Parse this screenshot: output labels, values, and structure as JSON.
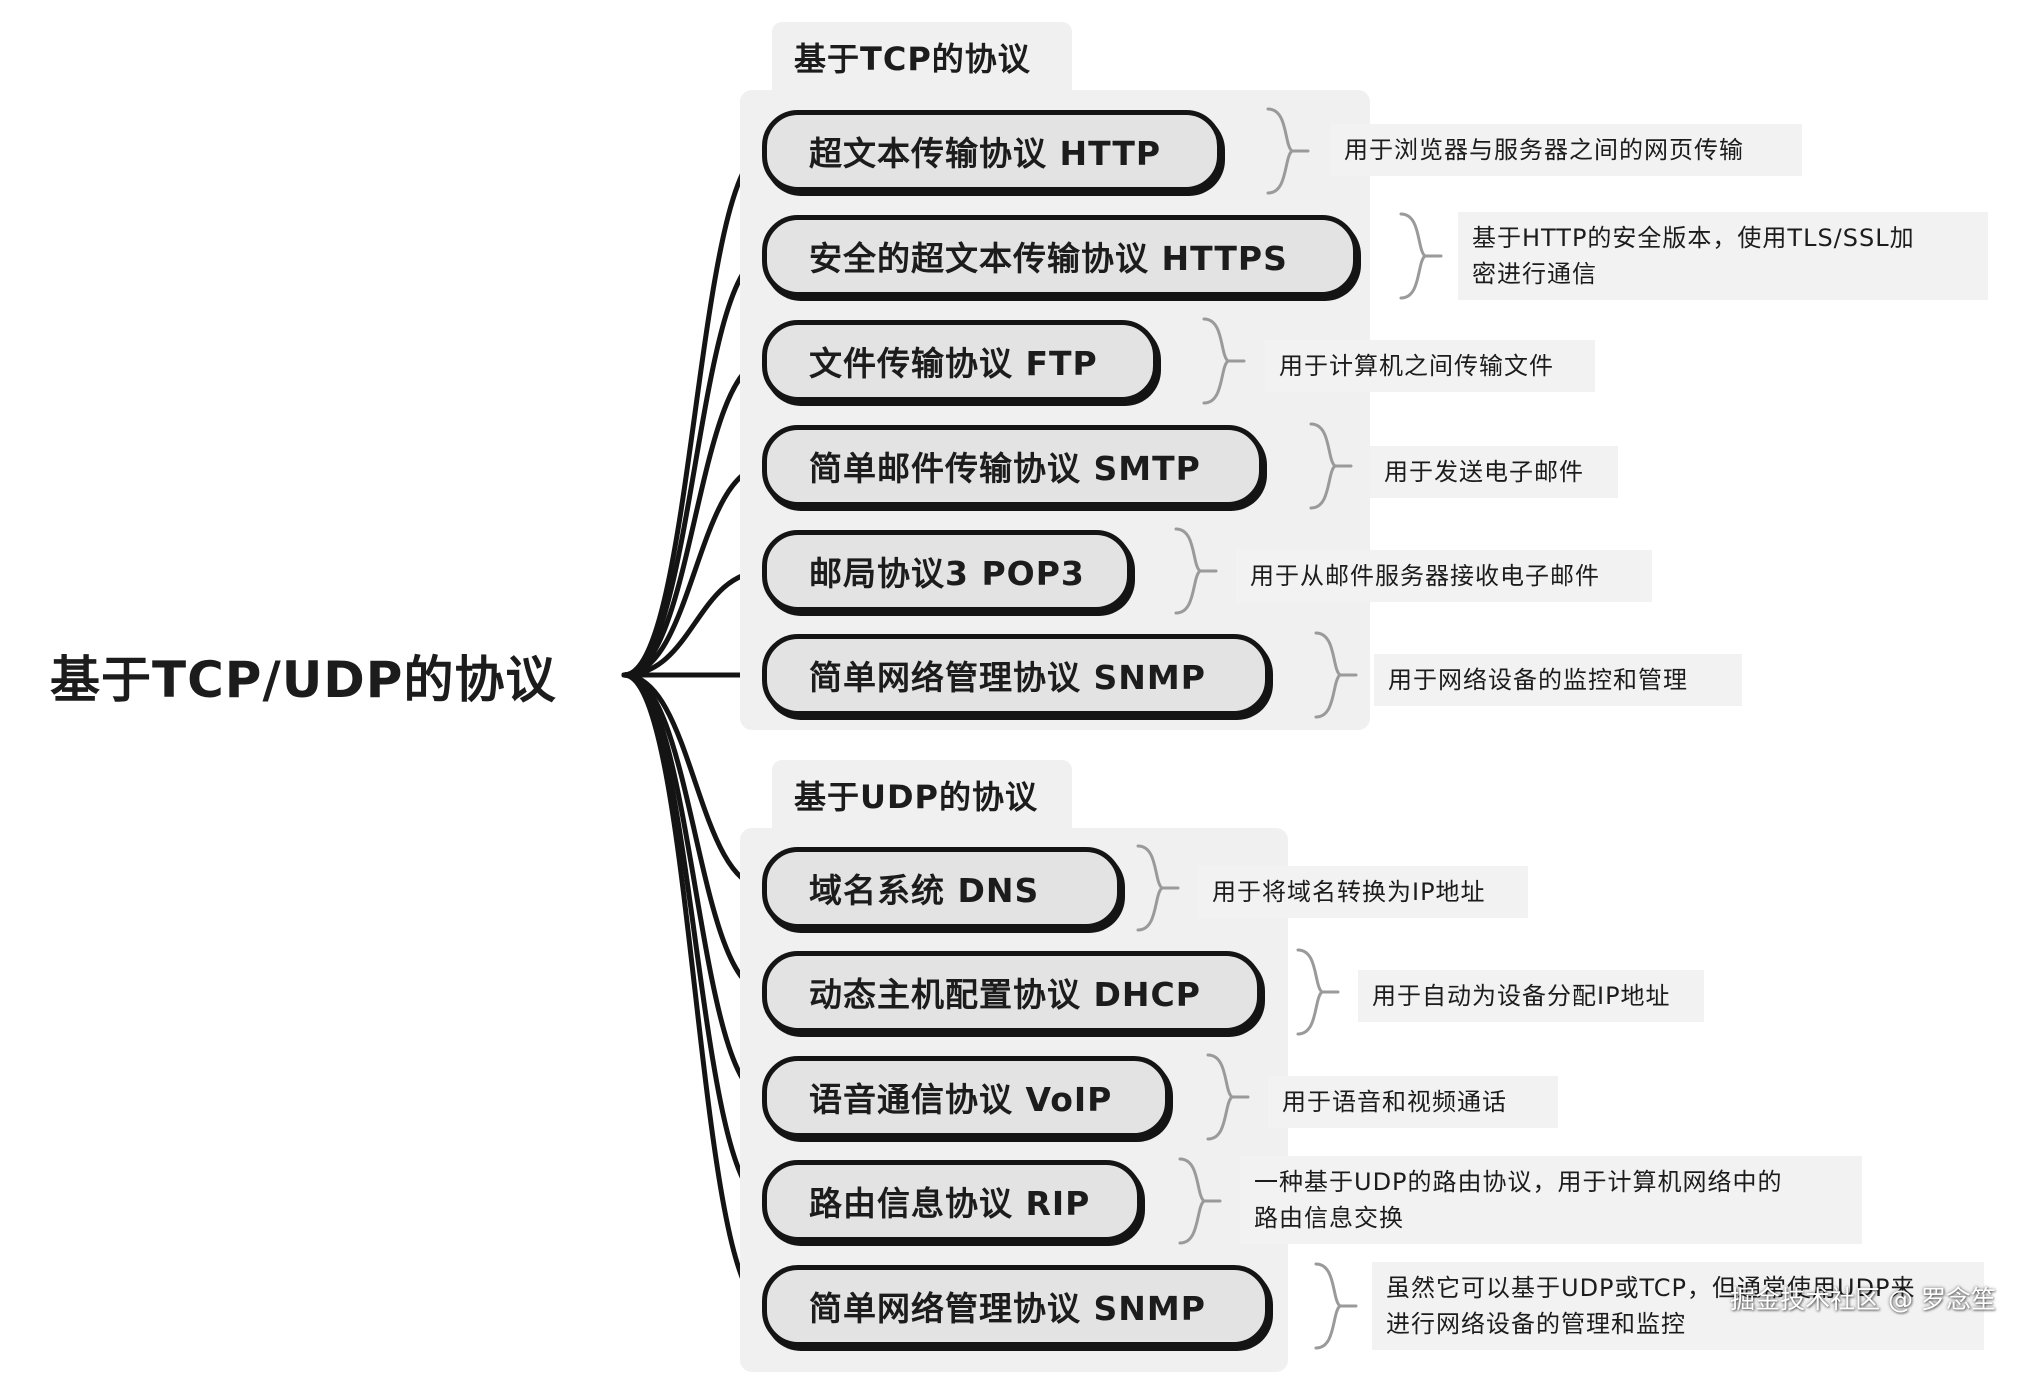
{
  "root": "基于TCP/UDP的协议",
  "groups": [
    {
      "title": "基于TCP的协议",
      "items": [
        {
          "name": "超文本传输协议 HTTP",
          "desc": "用于浏览器与服务器之间的网页传输"
        },
        {
          "name": "安全的超文本传输协议 HTTPS",
          "desc": "基于HTTP的安全版本，使用TLS/SSL加\n密进行通信"
        },
        {
          "name": "文件传输协议 FTP",
          "desc": "用于计算机之间传输文件"
        },
        {
          "name": "简单邮件传输协议 SMTP",
          "desc": "用于发送电子邮件"
        },
        {
          "name": "邮局协议3 POP3",
          "desc": "用于从邮件服务器接收电子邮件"
        },
        {
          "name": "简单网络管理协议 SNMP",
          "desc": "用于网络设备的监控和管理"
        }
      ]
    },
    {
      "title": "基于UDP的协议",
      "items": [
        {
          "name": "域名系统 DNS",
          "desc": "用于将域名转换为IP地址"
        },
        {
          "name": "动态主机配置协议 DHCP",
          "desc": "用于自动为设备分配IP地址"
        },
        {
          "name": "语音通信协议 VoIP",
          "desc": "用于语音和视频通话"
        },
        {
          "name": "路由信息协议 RIP",
          "desc": "一种基于UDP的路由协议，用于计算机网络中的\n路由信息交换"
        },
        {
          "name": "简单网络管理协议 SNMP",
          "desc": "虽然它可以基于UDP或TCP，但通常使用UDP来\n进行网络设备的管理和监控"
        }
      ]
    }
  ],
  "watermark": "掘金技术社区 @ 罗念笙",
  "colors": {
    "ink": "#141414",
    "pill_fill": "#e3e3e3",
    "panel": "#f0f0f0",
    "desc_bg": "#f2f2f2"
  }
}
